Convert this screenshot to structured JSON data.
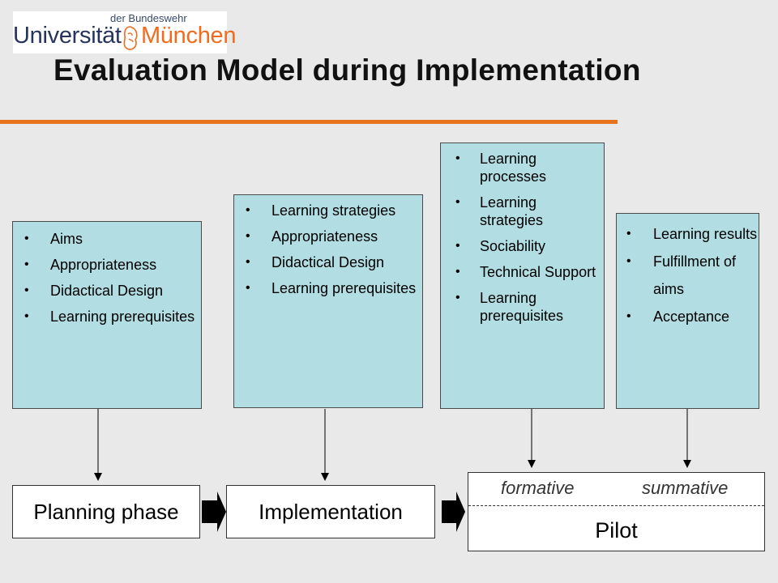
{
  "logo": {
    "subtitle": "der Bundeswehr",
    "name_left": "Universität",
    "name_right": "München"
  },
  "title": "Evaluation Model during Implementation",
  "boxes": [
    {
      "items": [
        "Aims",
        "Appropriateness",
        "Didactical Design",
        "Learning prerequisites"
      ]
    },
    {
      "items": [
        "Learning strategies",
        "Appropriateness",
        "Didactical Design",
        "Learning prerequisites"
      ]
    },
    {
      "items": [
        "Learning processes",
        "Learning strategies",
        "Sociability",
        "Technical Support",
        "Learning prerequisites"
      ]
    },
    {
      "items": [
        "Learning results",
        "Fulfillment of aims",
        "Acceptance"
      ]
    }
  ],
  "phases": {
    "planning": "Planning phase",
    "implementation": "Implementation",
    "pilot": "Pilot",
    "formative": "formative",
    "summative": "summative"
  },
  "colors": {
    "accent_rule": "#e8731d",
    "box_fill": "#b2dde2",
    "background": "#e9e9e9"
  }
}
